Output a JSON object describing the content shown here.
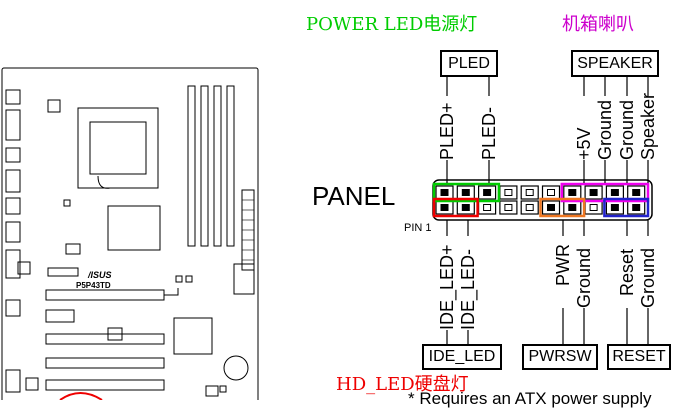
{
  "labels_cn": {
    "power_led": "POWER LED电源灯",
    "speaker": "机箱喇叭",
    "hd_led": "HD_LED硬盘灯"
  },
  "header_boxes": {
    "pled": "PLED",
    "speaker": "SPEAKER"
  },
  "footer_boxes": {
    "ide_led": "IDE_LED",
    "pwrsw": "PWRSW",
    "reset": "RESET"
  },
  "panel_title": "PANEL",
  "pin1": "PIN 1",
  "top_pins": [
    "PLED+",
    "PLED-",
    "+5V",
    "Ground",
    "Ground",
    "Speaker"
  ],
  "bottom_pins": [
    "IDE_LED+",
    "IDE_LED-",
    "PWR",
    "Ground",
    "Reset",
    "Ground"
  ],
  "board": {
    "brand": "/ISUS",
    "model": "P5P43TD"
  },
  "footnote": "* Requires an ATX power supply",
  "colors": {
    "chinese_power": "#00cc00",
    "chinese_speaker": "#cc00cc",
    "chinese_hd": "#ee0000",
    "green_group": "#00cc00",
    "magenta_group": "#ee00ee",
    "red_group": "#ee0000",
    "orange_group": "#ee7722",
    "blue_group": "#2222cc"
  }
}
